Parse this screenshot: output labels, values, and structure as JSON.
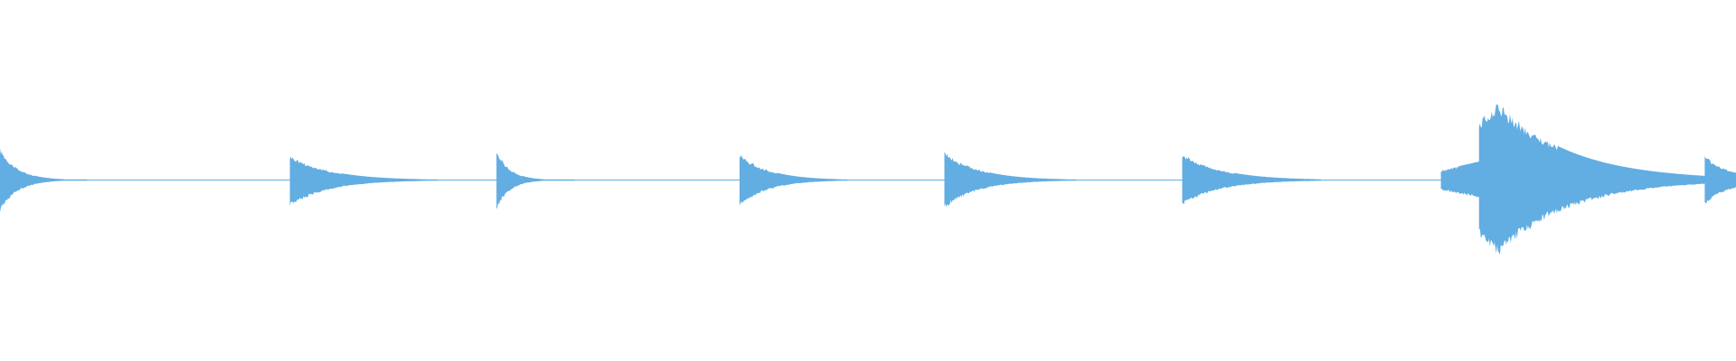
{
  "waveform": {
    "color": "#62ADE2",
    "background": "#FFFFFF",
    "hits": [
      {
        "start": 0.0,
        "up": 0.18,
        "down": 0.18,
        "decay": 0.02,
        "tail": 0.03,
        "shape": "burst"
      },
      {
        "start": 0.167,
        "up": 0.14,
        "down": 0.15,
        "decay": 0.03,
        "tail": 0.055,
        "shape": "smooth"
      },
      {
        "start": 0.286,
        "up": 0.17,
        "down": 0.17,
        "decay": 0.015,
        "tail": 0.03,
        "shape": "burst"
      },
      {
        "start": 0.426,
        "up": 0.15,
        "down": 0.15,
        "decay": 0.022,
        "tail": 0.04,
        "shape": "smooth"
      },
      {
        "start": 0.544,
        "up": 0.16,
        "down": 0.16,
        "decay": 0.026,
        "tail": 0.05,
        "shape": "smooth"
      },
      {
        "start": 0.681,
        "up": 0.15,
        "down": 0.14,
        "decay": 0.03,
        "tail": 0.05,
        "shape": "smooth"
      },
      {
        "start": 0.83,
        "up": 0.12,
        "down": 0.12,
        "decay": 0.01,
        "tail": 0.02,
        "shape": "pre"
      },
      {
        "start": 0.852,
        "up": 0.43,
        "down": 0.42,
        "decay": 0.045,
        "tail": 0.09,
        "shape": "big"
      },
      {
        "start": 0.982,
        "up": 0.14,
        "down": 0.14,
        "decay": 0.02,
        "tail": 0.018,
        "shape": "smooth"
      }
    ]
  }
}
